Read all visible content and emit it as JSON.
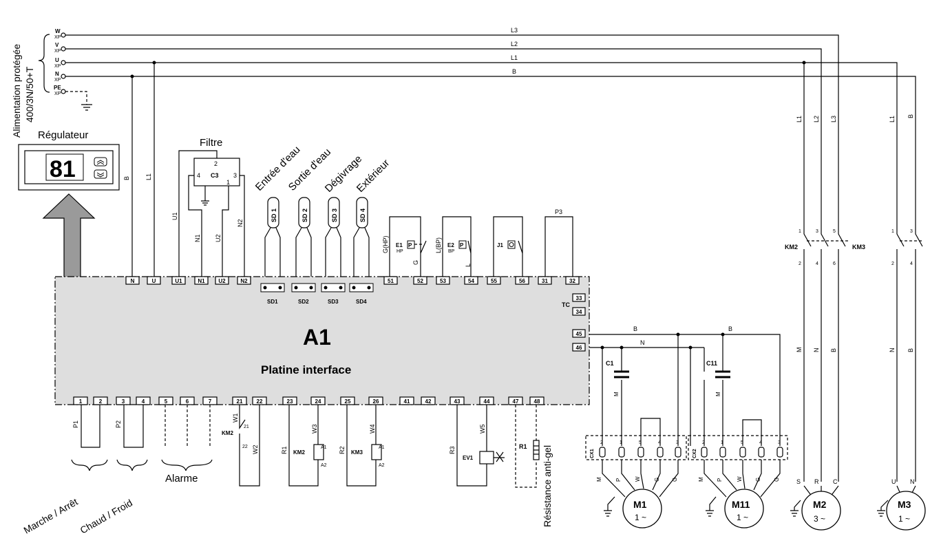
{
  "supply": {
    "label1": "Alimentation protégée",
    "label2": "400/3N/50+T",
    "terminals": [
      "W",
      "V",
      "U",
      "N",
      "PE"
    ],
    "sub": "XP",
    "lines": [
      "L3",
      "L2",
      "L1",
      "B"
    ]
  },
  "regulator": {
    "title": "Régulateur",
    "display": "81"
  },
  "filter": {
    "title": "Filtre",
    "code": "C3",
    "pins": [
      "2",
      "4",
      "3",
      "1"
    ]
  },
  "sensors": {
    "headers": [
      "Entrée d'eau",
      "Sortie d'eau",
      "Dégivrage",
      "Extérieur"
    ],
    "codes": [
      "SD 1",
      "SD 2",
      "SD 3",
      "SD 4"
    ],
    "terminals": [
      "SD1",
      "SD2",
      "SD3",
      "SD4"
    ]
  },
  "board": {
    "name": "A1",
    "subtitle": "Platine interface",
    "tc": "TC"
  },
  "top_terminals": [
    "N",
    "U",
    "U1",
    "N1",
    "U2",
    "N2",
    "51",
    "52",
    "53",
    "54",
    "55",
    "56",
    "31",
    "32"
  ],
  "right_terminals": [
    "33",
    "34",
    "45",
    "46"
  ],
  "bottom_terminals": [
    "1",
    "2",
    "3",
    "4",
    "5",
    "6",
    "7",
    "21",
    "22",
    "23",
    "24",
    "25",
    "26",
    "41",
    "42",
    "43",
    "44",
    "47",
    "48"
  ],
  "wires": {
    "b": "B",
    "l1": "L1",
    "u1": "U1",
    "n1": "N1",
    "u2": "U2",
    "n2": "N2",
    "ghp": "G(HP)",
    "g": "G",
    "lbp": "L(BP)",
    "l": "L",
    "p3": "P3",
    "p1": "P1",
    "p2": "P2",
    "w1": "W1",
    "w2": "W2",
    "r1": "R1",
    "w3": "W3",
    "r2": "R2",
    "w4": "W4",
    "r3": "R3",
    "w5": "W5",
    "m": "M",
    "n": "N"
  },
  "switches": {
    "e1": "E1",
    "hp": "HP",
    "e2": "E2",
    "bp": "BP",
    "j1": "J1",
    "p": "P"
  },
  "bottom_labels": {
    "marche": "Marche / Arrêt",
    "chaud": "Chaud / Froid",
    "alarme": "Alarme",
    "resistance": "Résistance anti-gel"
  },
  "components": {
    "km2": "KM2",
    "km3": "KM3",
    "ev1": "EV1",
    "r1": "R1",
    "a1": "A1",
    "a2": "A2",
    "pin21": "21",
    "pin22": "22",
    "c1": "C1",
    "c11": "C11",
    "cx1": "CX1",
    "cx2": "CX2",
    "cx_pins": [
      "2",
      "1",
      "5",
      "4",
      "3"
    ],
    "cx_wires": [
      "M",
      "P",
      "W",
      "G",
      "G"
    ]
  },
  "contactors": {
    "km2_top": [
      "1",
      "3",
      "5"
    ],
    "km2_bot": [
      "2",
      "4",
      "6"
    ],
    "km3_top": [
      "1",
      "3"
    ],
    "km3_bot": [
      "2",
      "4"
    ],
    "m2_wires_top": [
      "L1",
      "L2",
      "L3"
    ],
    "m3_wires_top": [
      "L1",
      "B"
    ],
    "m2_wires_mid": [
      "M",
      "N",
      "B"
    ],
    "m3_wires_mid": [
      "N",
      "B"
    ],
    "m2_phase": [
      "S",
      "R",
      "C"
    ],
    "m3_phase": [
      "U",
      "N"
    ]
  },
  "motors": [
    {
      "name": "M1",
      "type": "1 ~"
    },
    {
      "name": "M11",
      "type": "1 ~"
    },
    {
      "name": "M2",
      "type": "3 ~"
    },
    {
      "name": "M3",
      "type": "1 ~"
    }
  ]
}
